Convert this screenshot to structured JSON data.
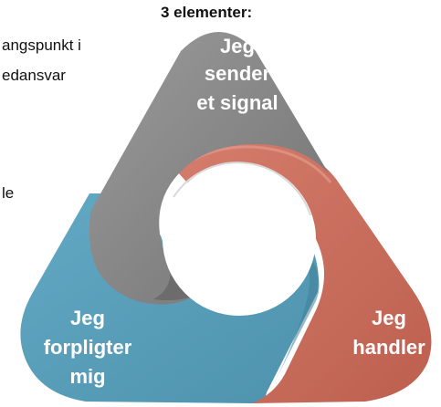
{
  "side_text": {
    "heading": "3 elementer:",
    "line1": "angspunkt i",
    "line2": "edansvar",
    "line3": "le"
  },
  "segments": {
    "top": {
      "lines": [
        "Jeg",
        "sender",
        "et signal"
      ],
      "color": "#838383"
    },
    "right": {
      "lines": [
        "Jeg",
        "handler"
      ],
      "color": "#c96b5b"
    },
    "left": {
      "lines": [
        "Jeg",
        "forpligter",
        "mig"
      ],
      "color": "#5a9fbb"
    }
  }
}
